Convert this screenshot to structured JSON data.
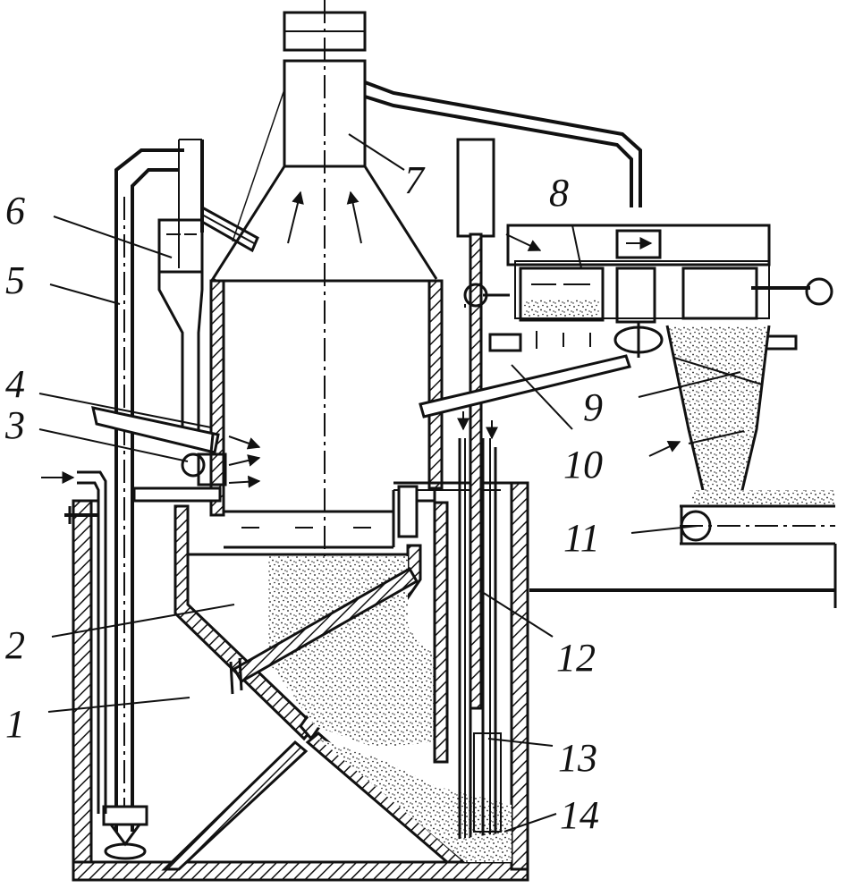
{
  "figure": {
    "labels": [
      {
        "id": "1",
        "text": "1",
        "target": "lower-chamber"
      },
      {
        "id": "2",
        "text": "2",
        "target": "conical-bottom"
      },
      {
        "id": "3",
        "text": "3",
        "target": "feed-nozzle"
      },
      {
        "id": "4",
        "text": "4",
        "target": "feed-pipe"
      },
      {
        "id": "5",
        "text": "5",
        "target": "air-lift-pipe"
      },
      {
        "id": "6",
        "text": "6",
        "target": "feed-bin"
      },
      {
        "id": "7",
        "text": "7",
        "target": "top-hood"
      },
      {
        "id": "8",
        "text": "8",
        "target": "settling-tank"
      },
      {
        "id": "9",
        "text": "9",
        "target": "cyclone-hopper"
      },
      {
        "id": "10",
        "text": "10",
        "target": "overflow-pipe"
      },
      {
        "id": "11",
        "text": "11",
        "target": "screw-conveyor"
      },
      {
        "id": "12",
        "text": "12",
        "target": "discharge-tube"
      },
      {
        "id": "13",
        "text": "13",
        "target": "annular-channel"
      },
      {
        "id": "14",
        "text": "14",
        "target": "sediment-outlet"
      }
    ]
  },
  "icons": {
    "flow_arrow": "arrow-icon",
    "valve": "valve-icon",
    "pulley": "pulley-icon"
  },
  "colors": {
    "ink": "#111111",
    "paper": "#ffffff"
  }
}
